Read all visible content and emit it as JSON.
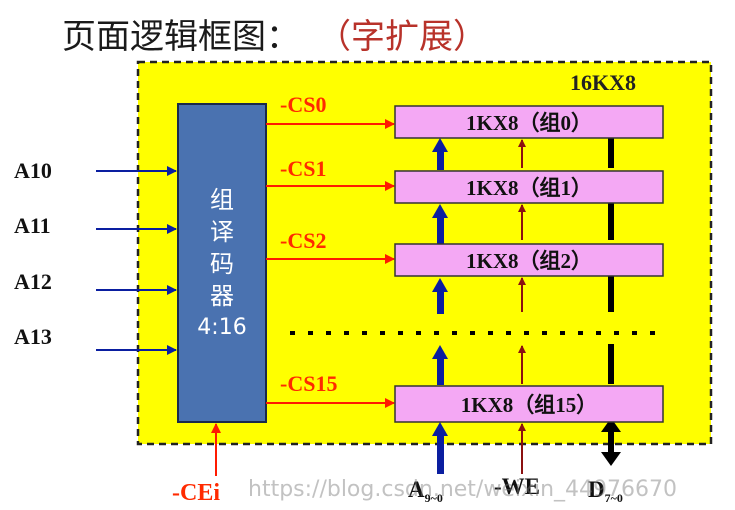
{
  "title": "页面逻辑框图：",
  "title_ext": "（字扩展）",
  "chip_label": "16KX8",
  "decoder": {
    "chars": [
      "组",
      "译",
      "码",
      "器"
    ],
    "size": "4:16"
  },
  "address_inputs": [
    "A10",
    "A11",
    "A12",
    "A13"
  ],
  "chip_selects": [
    "-CS0",
    "-CS1",
    "-CS2",
    "-CS15"
  ],
  "groups": [
    "1KX8（组0）",
    "1KX8（组1）",
    "1KX8（组2）",
    "1KX8（组15）"
  ],
  "enable_input": "-CEi",
  "bus_labels": {
    "address": "A",
    "address_sub": "9~0",
    "write_enable": "-WE",
    "data": "D",
    "data_sub": "7~0"
  },
  "watermark": "https://blog.csdn.net/weixin_44976670",
  "colors": {
    "chip_fill": "#ffff00",
    "decoder_fill": "#4a72b0",
    "group_fill": "#f4a8f4",
    "signal_red": "#ff1a00",
    "address_blue": "#0a1ea0",
    "label_red": "#ff2a00"
  }
}
